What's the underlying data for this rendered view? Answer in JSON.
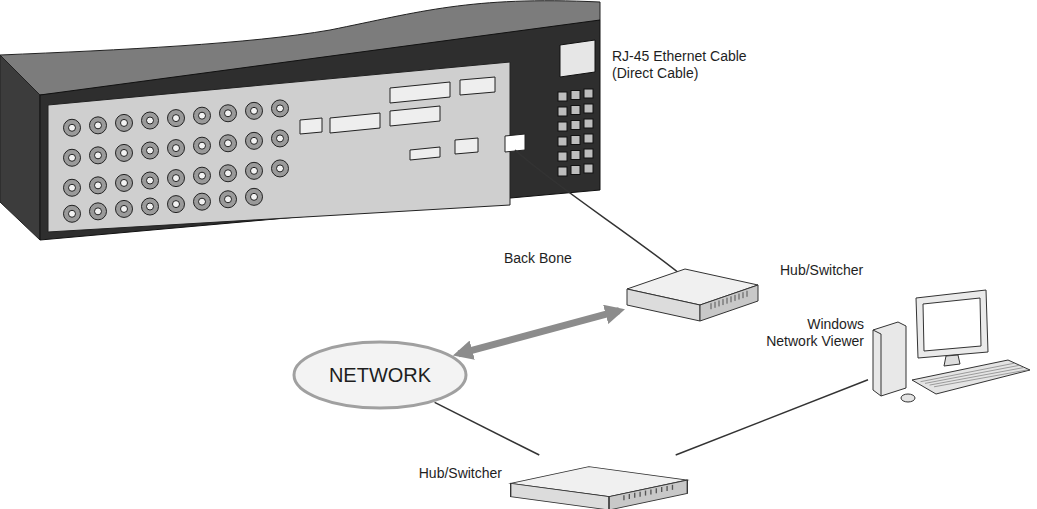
{
  "diagram": {
    "nodes": [
      {
        "text": [
          "Hub/Switcher"
        ]
      },
      {
        "text": [
          "Windows Network Viewer"
        ]
      },
      {
        "text": [
          "NETWORK"
        ]
      },
      {
        "text": [
          "Hub/Switcher"
        ]
      }
    ],
    "edges": [
      {
        "from": 2,
        "to": 0,
        "arrow": "both",
        "label": "Back Bone"
      },
      {
        "from": 2,
        "to": 3,
        "arrow": "none"
      },
      {
        "from": 3,
        "to": 1,
        "arrow": "none"
      }
    ],
    "labels": [
      "RJ-45 Ethernet Cable (Direct Cable)"
    ]
  }
}
